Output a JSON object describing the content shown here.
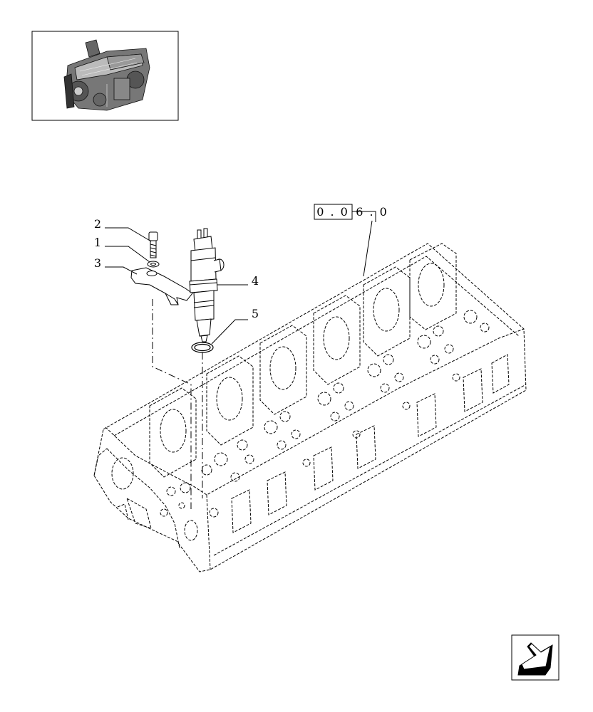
{
  "diagram": {
    "reference": {
      "boxed": "0 . 0",
      "suffix": "6 . 0"
    },
    "callouts": [
      {
        "number": "1",
        "part": "washer"
      },
      {
        "number": "2",
        "part": "screw"
      },
      {
        "number": "3",
        "part": "clamp bracket"
      },
      {
        "number": "4",
        "part": "injector"
      },
      {
        "number": "5",
        "part": "o-ring"
      }
    ],
    "icons": {
      "thumbnail": "engine-thumbnail",
      "navigation": "next-page-arrow-icon"
    },
    "colors": {
      "line": "#000000",
      "background": "#ffffff",
      "arrow_fill": "#000000"
    }
  }
}
